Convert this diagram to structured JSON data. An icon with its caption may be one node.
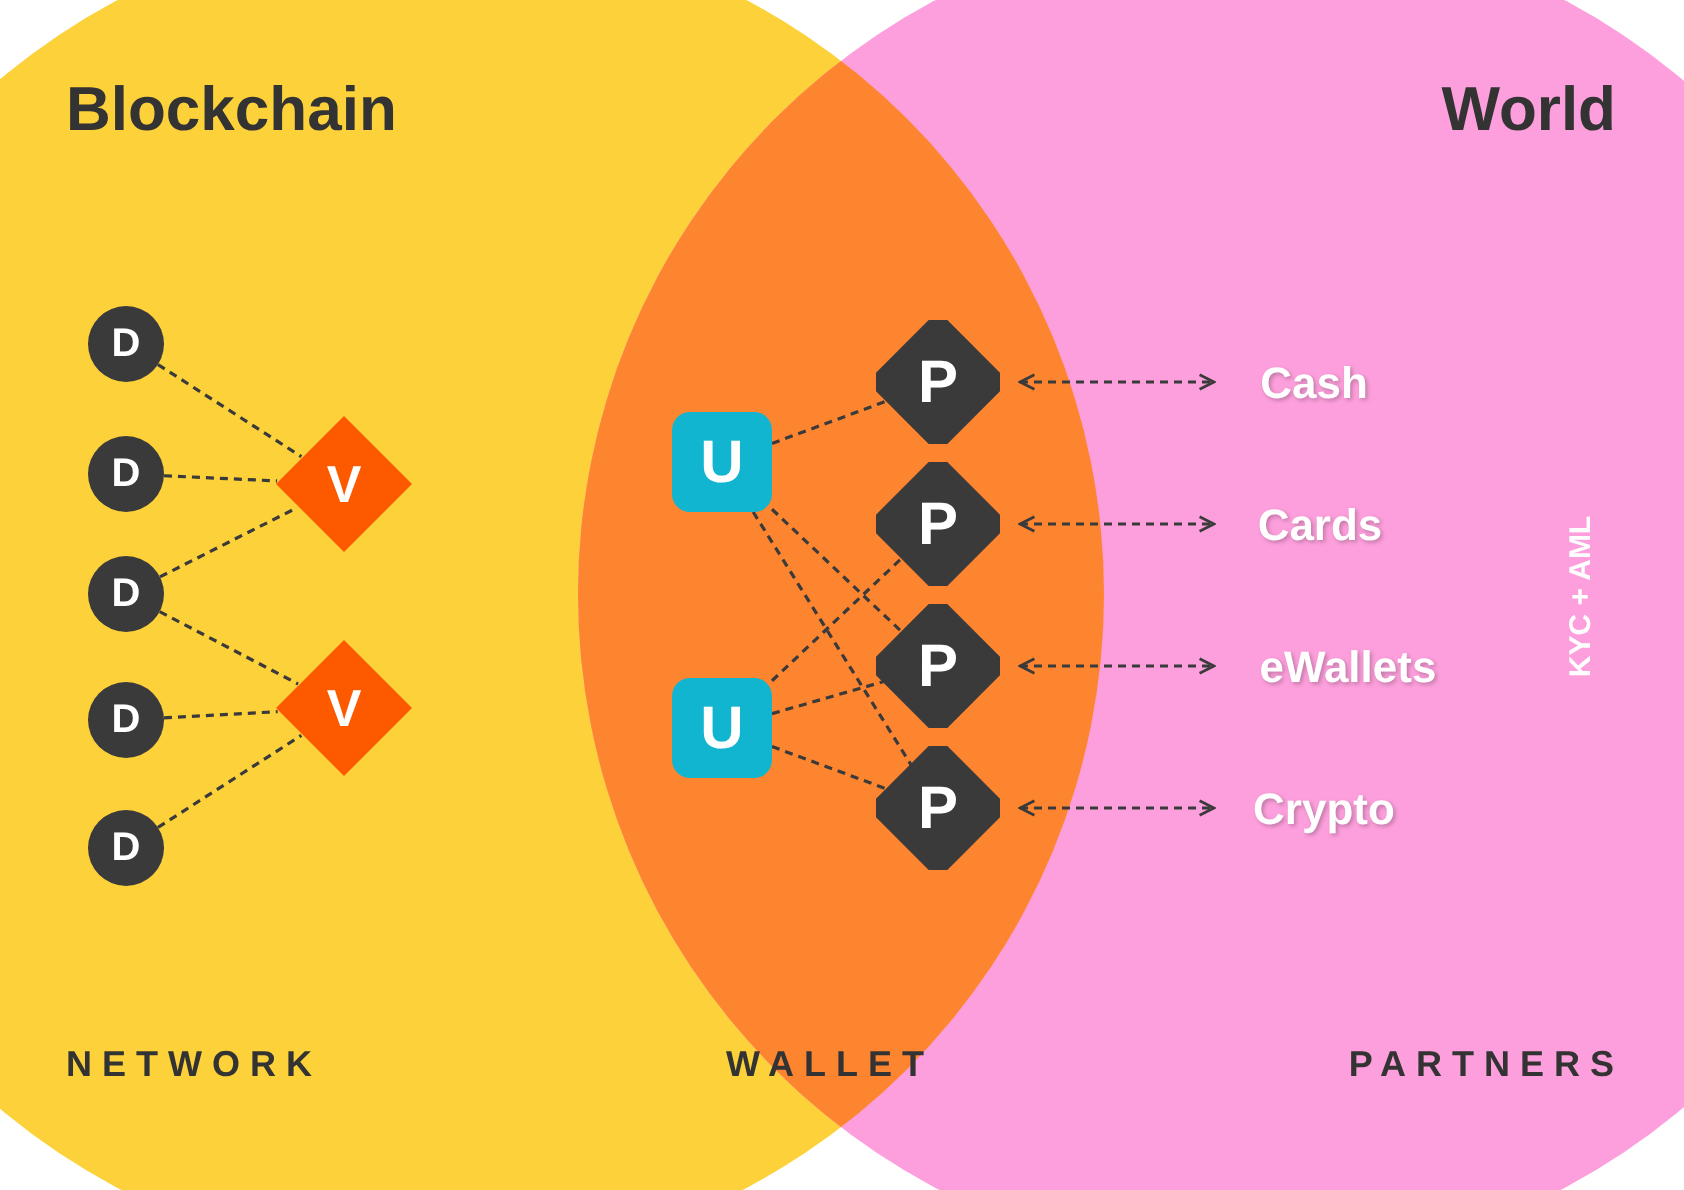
{
  "diagram": {
    "nodes": [
      {
        "text": [
          "D"
        ]
      },
      {
        "text": [
          "D"
        ]
      },
      {
        "text": [
          "D"
        ]
      },
      {
        "text": [
          "D"
        ]
      },
      {
        "text": [
          "D"
        ]
      },
      {
        "text": [
          "V"
        ]
      },
      {
        "text": [
          "V"
        ]
      },
      {
        "text": [
          "U"
        ]
      },
      {
        "text": [
          "U"
        ]
      },
      {
        "text": [
          "P"
        ]
      },
      {
        "text": [
          "P"
        ]
      },
      {
        "text": [
          "P"
        ]
      },
      {
        "text": [
          "P"
        ]
      },
      {
        "text": [
          "Cash"
        ]
      },
      {
        "text": [
          "Cards"
        ]
      },
      {
        "text": [
          "eWallets"
        ]
      },
      {
        "text": [
          "Crypto"
        ]
      }
    ],
    "edges": [
      {
        "from": 0,
        "to": 5,
        "arrow": "none"
      },
      {
        "from": 1,
        "to": 5,
        "arrow": "none"
      },
      {
        "from": 2,
        "to": 5,
        "arrow": "none"
      },
      {
        "from": 2,
        "to": 6,
        "arrow": "none"
      },
      {
        "from": 3,
        "to": 6,
        "arrow": "none"
      },
      {
        "from": 4,
        "to": 6,
        "arrow": "none"
      },
      {
        "from": 7,
        "to": 9,
        "arrow": "none"
      },
      {
        "from": 7,
        "to": 11,
        "arrow": "none"
      },
      {
        "from": 7,
        "to": 12,
        "arrow": "none"
      },
      {
        "from": 8,
        "to": 10,
        "arrow": "none"
      },
      {
        "from": 8,
        "to": 11,
        "arrow": "none"
      },
      {
        "from": 8,
        "to": 12,
        "arrow": "none"
      },
      {
        "from": 9,
        "to": 13,
        "arrow": "both"
      },
      {
        "from": 10,
        "to": 14,
        "arrow": "both"
      },
      {
        "from": 11,
        "to": 15,
        "arrow": "both"
      },
      {
        "from": 12,
        "to": 16,
        "arrow": "both"
      }
    ],
    "labels": [
      "Blockchain",
      "World",
      "KYC + AML",
      "NETWORK",
      "WALLET",
      "PARTNERS"
    ]
  }
}
